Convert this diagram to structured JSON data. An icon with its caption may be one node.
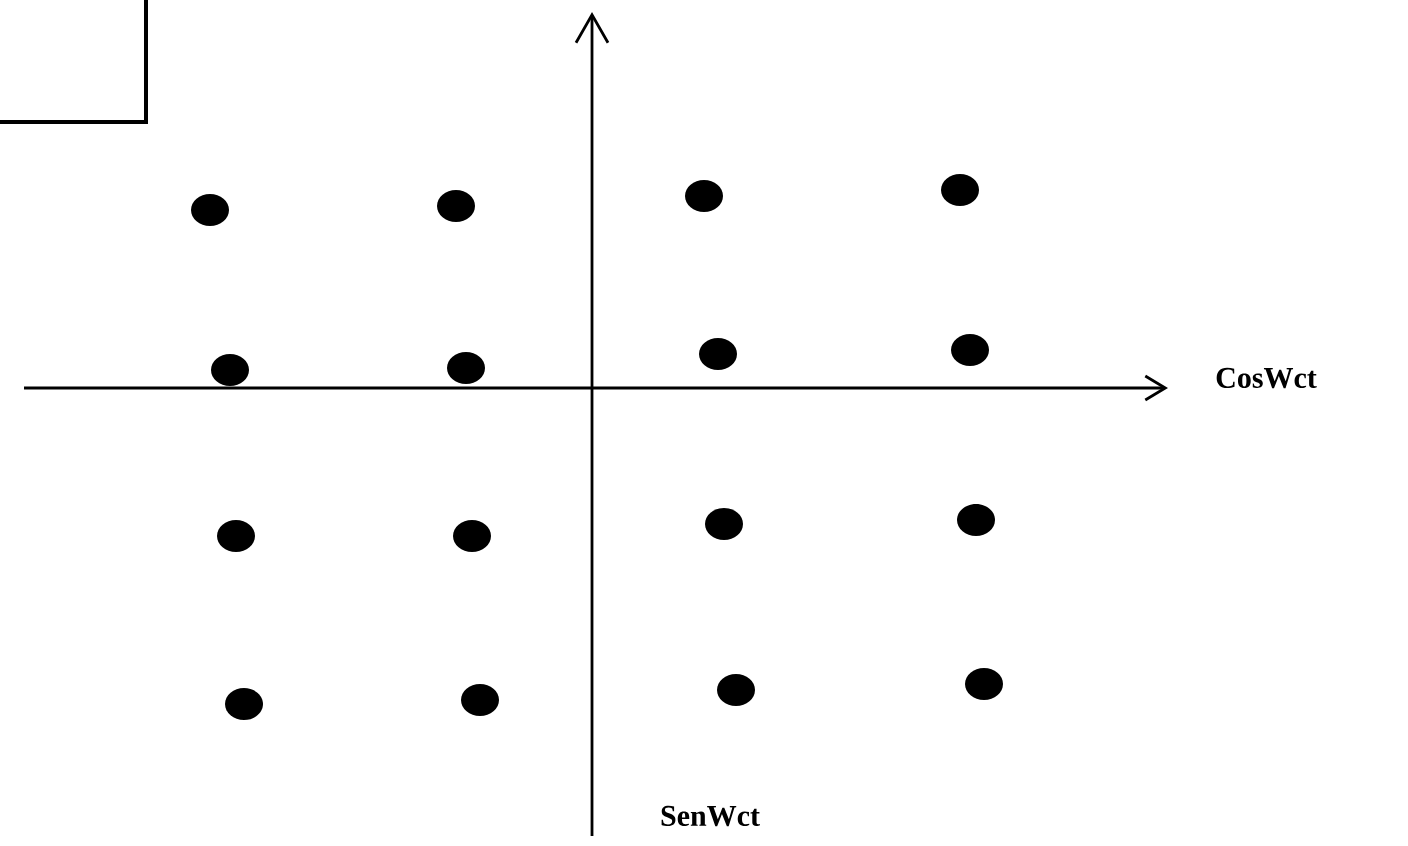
{
  "diagram": {
    "nodes": [
      {
        "text": [],
        "shape": "box"
      }
    ],
    "labels": [
      "CosWct",
      "SenWct"
    ]
  }
}
